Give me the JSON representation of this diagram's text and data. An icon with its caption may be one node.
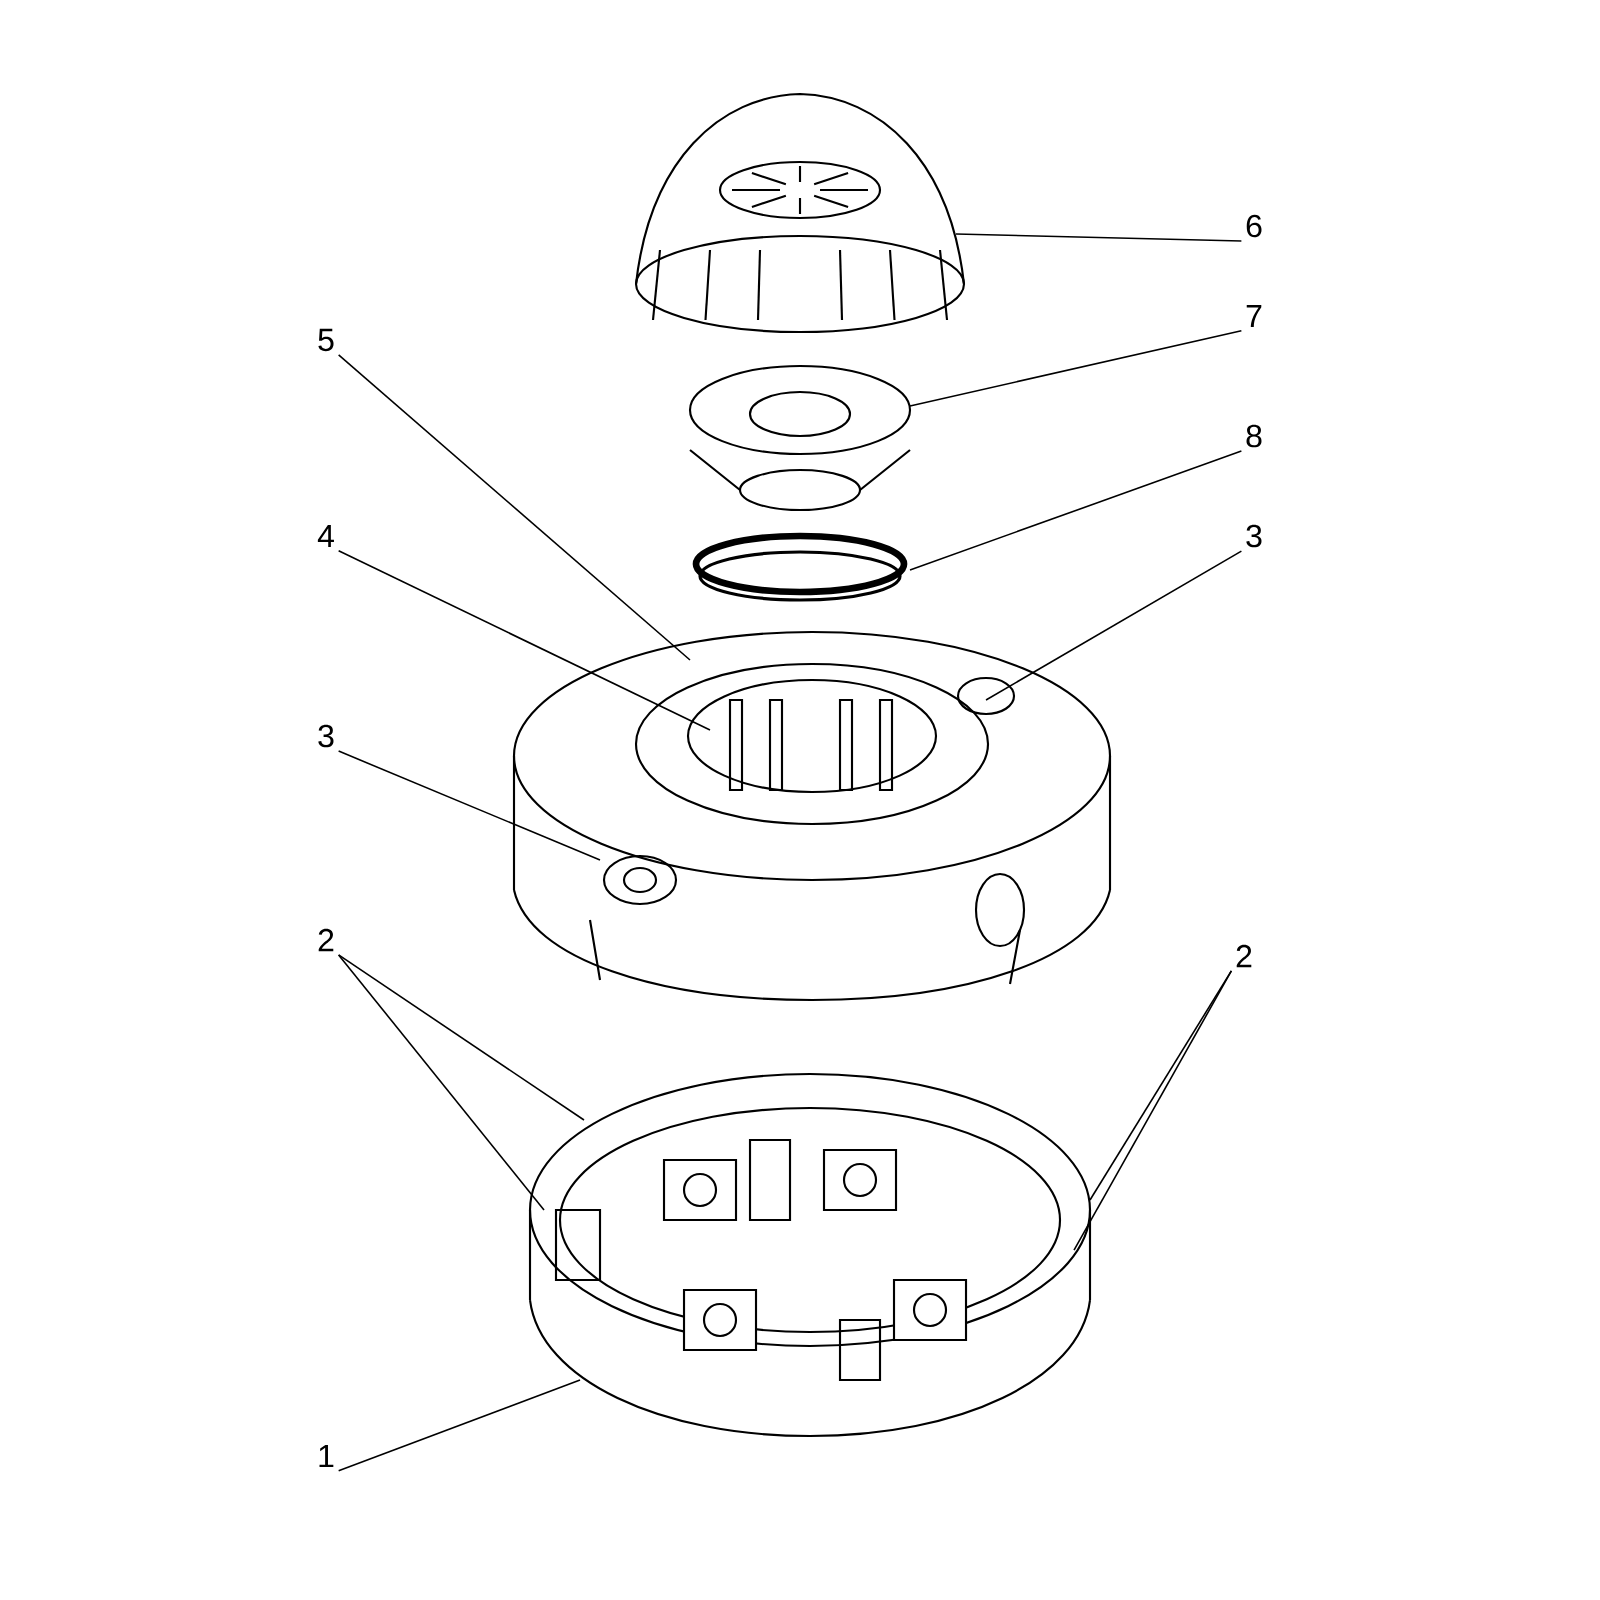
{
  "diagram": {
    "nodes": [
      {
        "text": [
          "6"
        ]
      },
      {
        "text": [
          "7"
        ]
      },
      {
        "text": [
          "8"
        ]
      },
      {
        "text": [
          "3"
        ]
      },
      {
        "text": [
          "5"
        ]
      },
      {
        "text": [
          "4"
        ]
      },
      {
        "text": [
          "3"
        ]
      },
      {
        "text": [
          "2"
        ]
      },
      {
        "text": [
          "2"
        ]
      },
      {
        "text": [
          "1"
        ]
      }
    ],
    "edges": [
      {
        "from": 0,
        "to": null,
        "arrow": "none"
      },
      {
        "from": 1,
        "to": null,
        "arrow": "none"
      },
      {
        "from": 2,
        "to": null,
        "arrow": "none"
      },
      {
        "from": 3,
        "to": null,
        "arrow": "none"
      },
      {
        "from": 4,
        "to": null,
        "arrow": "none"
      },
      {
        "from": 5,
        "to": null,
        "arrow": "none"
      },
      {
        "from": 6,
        "to": null,
        "arrow": "none"
      },
      {
        "from": 7,
        "to": null,
        "arrow": "none"
      },
      {
        "from": 7,
        "to": null,
        "arrow": "none"
      },
      {
        "from": 8,
        "to": null,
        "arrow": "none"
      },
      {
        "from": 8,
        "to": null,
        "arrow": "none"
      },
      {
        "from": 9,
        "to": null,
        "arrow": "none"
      }
    ]
  }
}
